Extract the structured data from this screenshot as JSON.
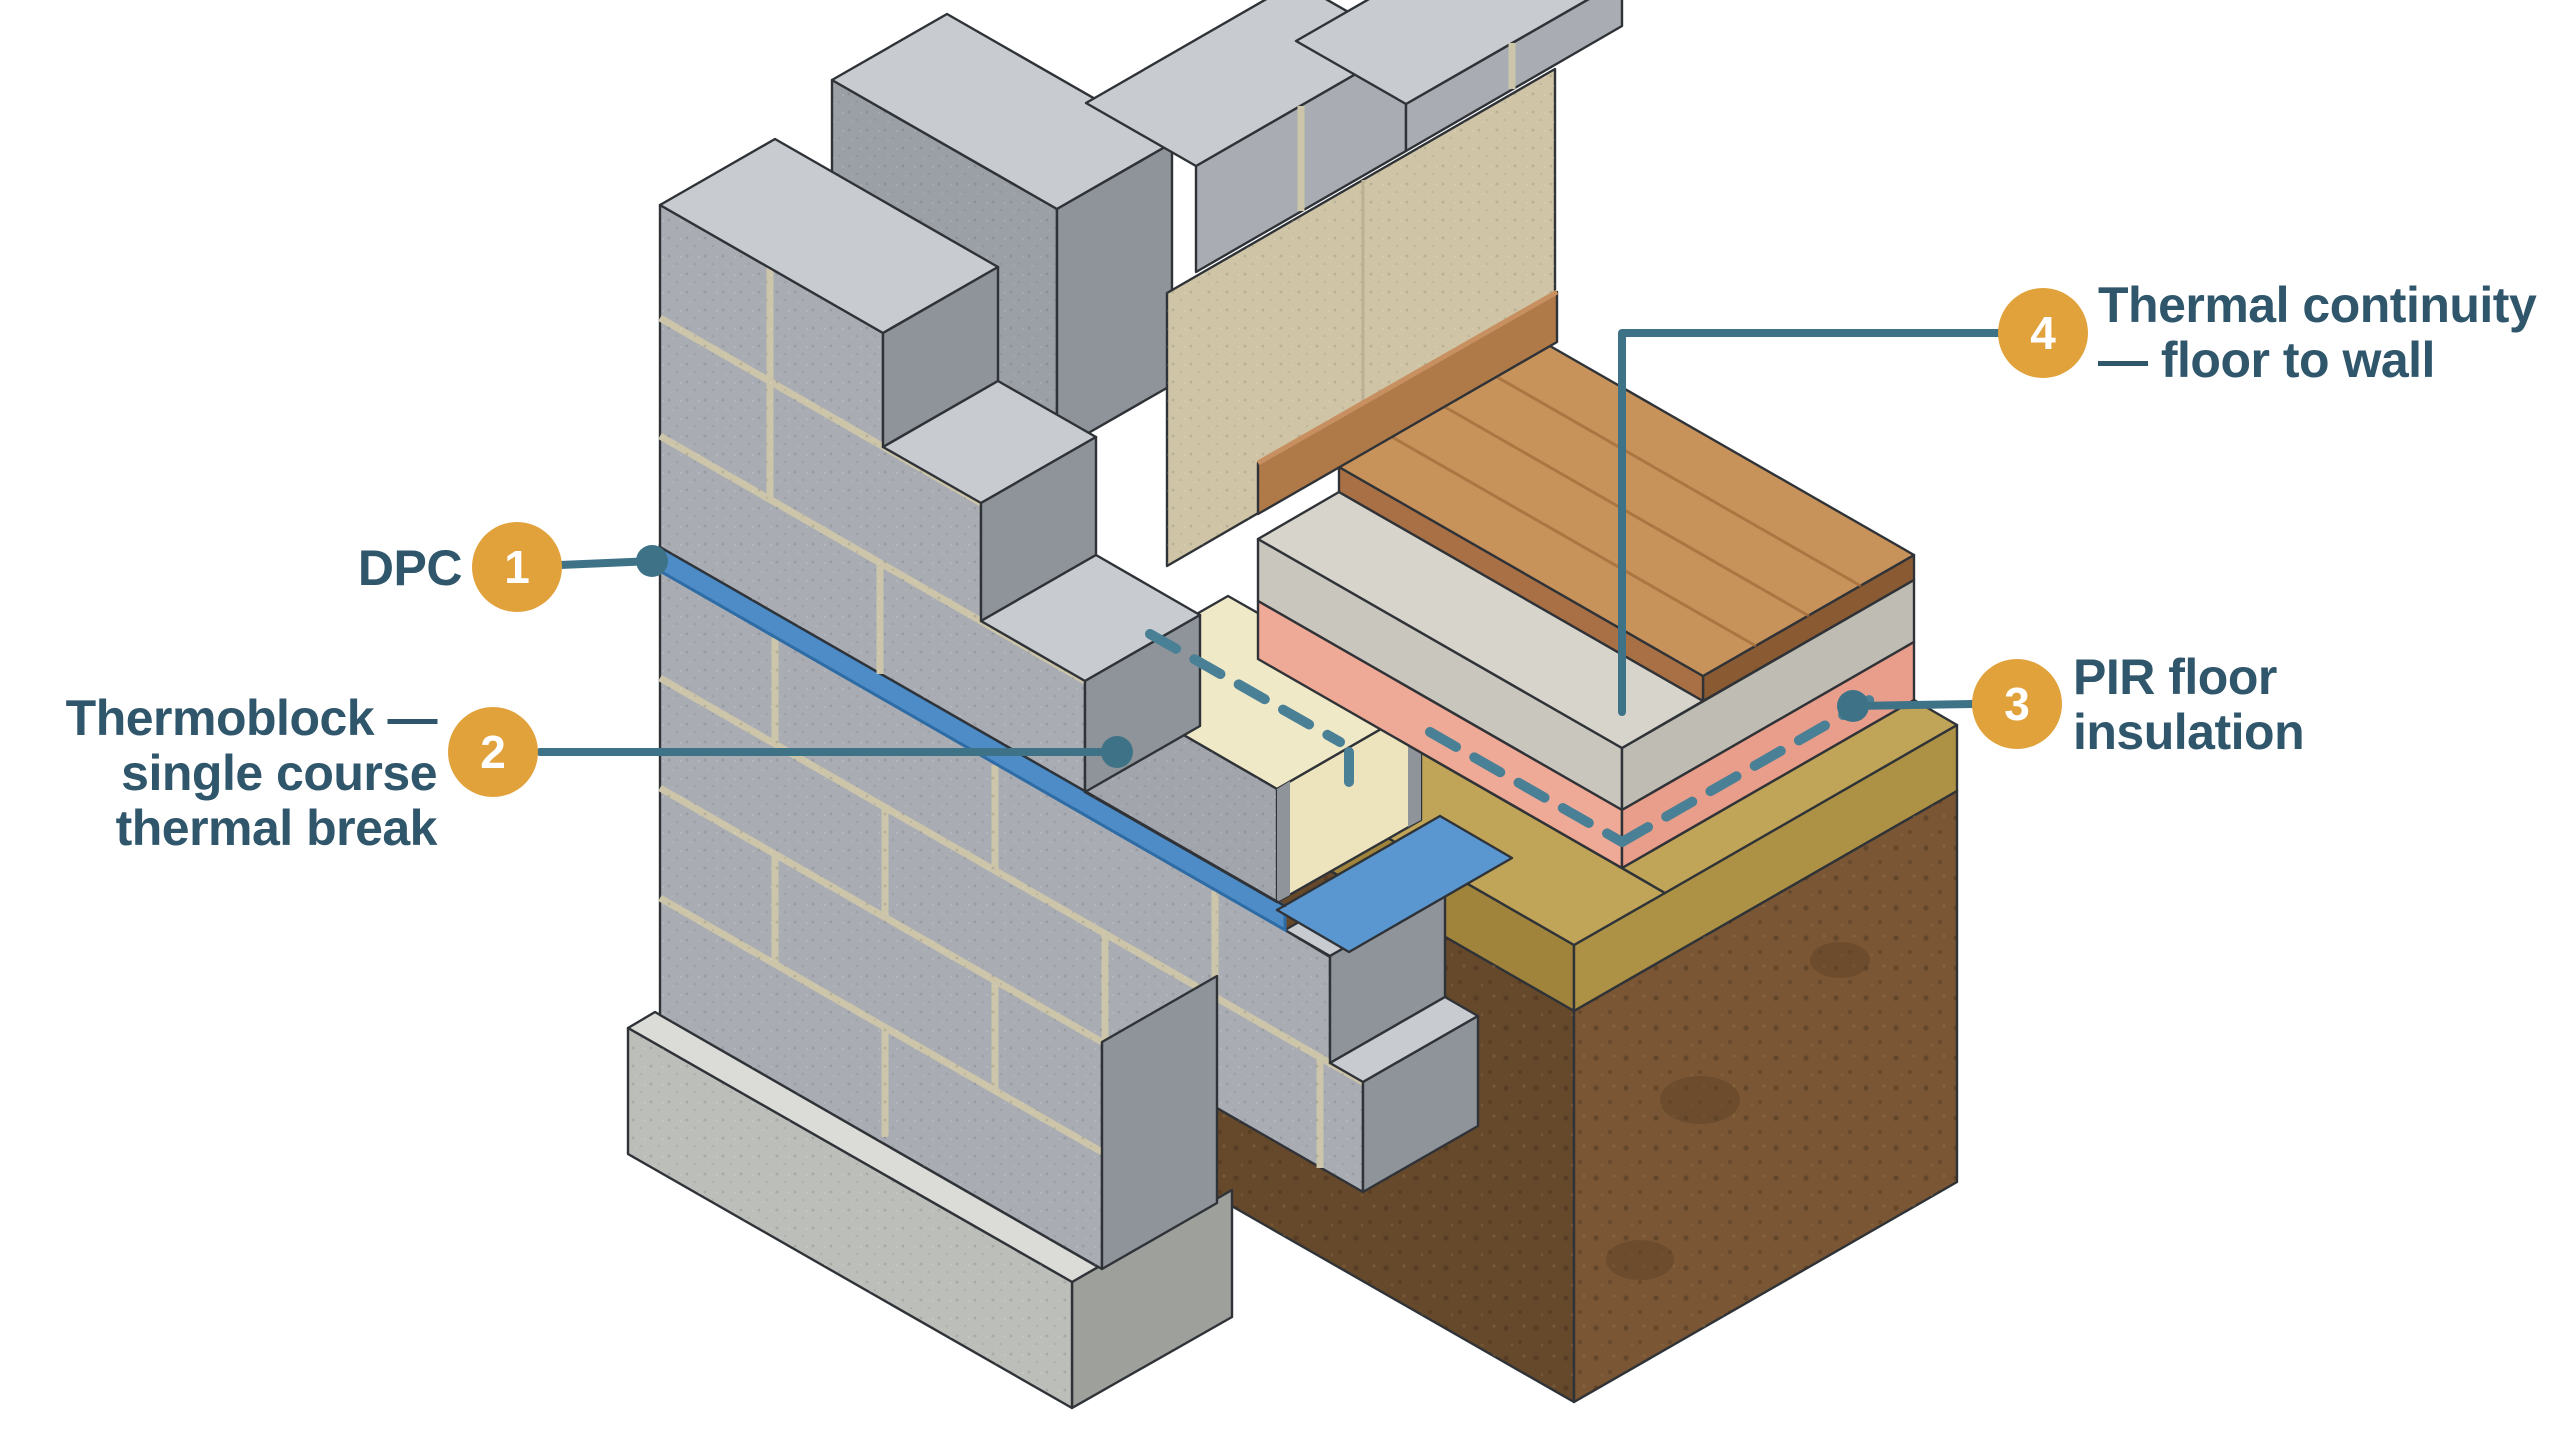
{
  "figure": {
    "type": "isometric-construction-detail",
    "subject": "wall to floor junction with single-course thermal break"
  },
  "callouts": [
    {
      "number": "1",
      "label_lines": [
        "DPC"
      ],
      "target": "dpc-membrane"
    },
    {
      "number": "2",
      "label_lines": [
        "Thermoblock —",
        "single course",
        "thermal break"
      ],
      "target": "thermoblock"
    },
    {
      "number": "3",
      "label_lines": [
        "PIR floor",
        "insulation"
      ],
      "target": "pir-floor-insulation"
    },
    {
      "number": "4",
      "label_lines": [
        "Thermal continuity",
        "— floor to wall"
      ],
      "target": "thermal-continuity-path"
    }
  ],
  "colors": {
    "accent_orange": "#E2A23B",
    "badge_text": "#FFFFFF",
    "label_teal": "#2F566B",
    "leader_teal": "#3E7387",
    "dash_teal": "#4A8095",
    "dpc_blue": "#4E8CC7",
    "dpc_tray": "#5A97D0",
    "block_grey": "#A9ADB3",
    "block_grey_top": "#C8CBD0",
    "block_grey_dark": "#8F939A",
    "mortar": "#CCC5A9",
    "foundation": "#BCBEBA",
    "foundation_top": "#DBDCD8",
    "foundation_side": "#9EA09C",
    "cream_wall": "#CFC5A6",
    "thermo_top": "#F0E9C8",
    "thermo_end": "#EDE4BE",
    "wood": "#C8935B",
    "wood_dark": "#8A5A33",
    "wood_mid": "#A97045",
    "wood_grain": "#A56F3D",
    "skirting": "#B07A48",
    "screed": "#C9C6BE",
    "screed_top": "#D7D4CC",
    "screed_front": "#BFBCB3",
    "pir_pink": "#EEAA96",
    "pir_pink_front": "#E89E8B",
    "sand": "#C0A458",
    "sand_front": "#AD9145",
    "sand_dark": "#A0843C",
    "soil": "#7A5634",
    "soil_dark": "#66482B",
    "outline": "#2F3337",
    "background": "#FFFFFF"
  }
}
